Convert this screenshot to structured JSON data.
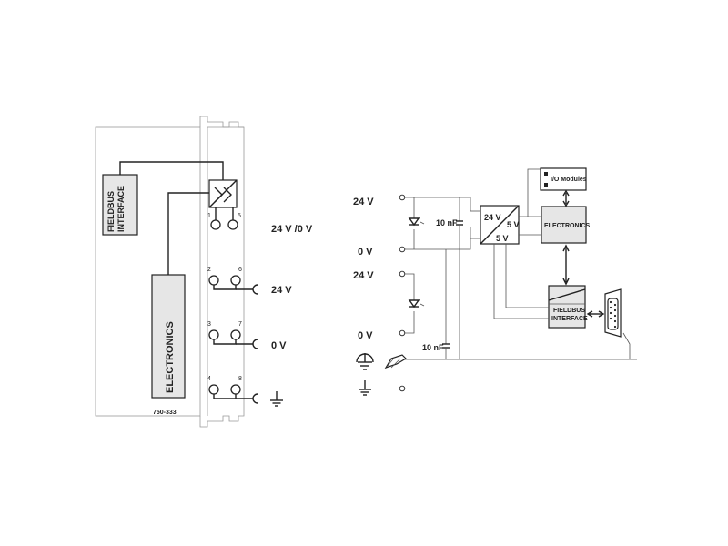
{
  "left": {
    "fieldbus_line1": "FIELDBUS",
    "fieldbus_line2": "INTERFACE",
    "electronics": "ELECTRONICS",
    "model": "750-333",
    "terminal_numbers": [
      "1",
      "5",
      "2",
      "6",
      "3",
      "7",
      "4",
      "8"
    ],
    "label_24v_0v": "24 V /0 V",
    "label_24v": "24 V",
    "label_0v": "0 V"
  },
  "right": {
    "label_24v_top": "24 V",
    "label_0v_top": "0 V",
    "label_24v_mid": "24 V",
    "label_0v_mid": "0 V",
    "cap_top": "10 nF",
    "cap_bottom": "10 nF",
    "conv_24v": "24 V",
    "conv_5v_right": "5 V",
    "conv_5v_bottom": "5 V",
    "io_modules": "I/O Modules",
    "electronics": "ELECTRONICS",
    "fieldbus_line1": "FIELDBUS",
    "fieldbus_line2": "INTERFACE"
  },
  "icons": [
    "chassis-ground-icon",
    "din-rail-icon",
    "ground-icon",
    "diode-icon",
    "dsub-connector-icon",
    "double-arrow-icon"
  ]
}
